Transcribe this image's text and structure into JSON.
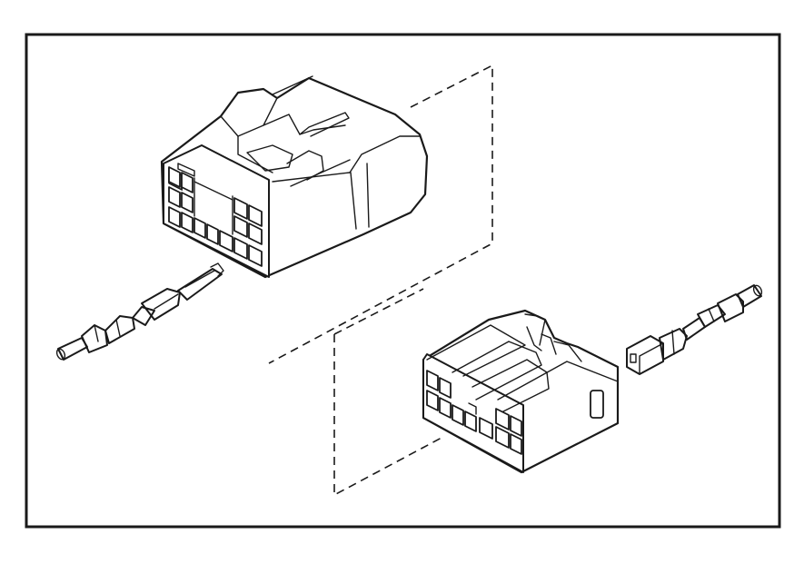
{
  "diagram": {
    "background": "#ffffff",
    "line_color": "#1a1a1a",
    "parts": [
      "male-connector-housing",
      "female-connector-housing",
      "male-terminal-pin",
      "female-terminal-socket"
    ]
  }
}
